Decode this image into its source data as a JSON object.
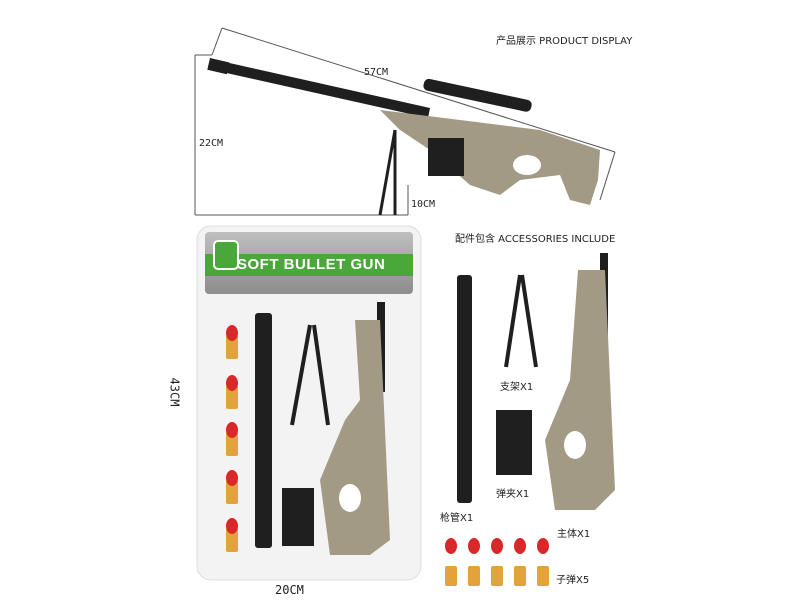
{
  "header": {
    "product_display": "产品展示 PRODUCT DISPLAY",
    "accessories_include": "配件包含 ACCESSORIES INCLUDE"
  },
  "dimensions": {
    "length": "57CM",
    "height": "22CM",
    "bipod_height": "10CM",
    "package_height": "43CM",
    "package_width": "20CM"
  },
  "package": {
    "title": "SOFT BULLET GUN"
  },
  "accessories": [
    {
      "label": "支架X1"
    },
    {
      "label": "弹夹X1"
    },
    {
      "label": "枪管X1"
    },
    {
      "label": "主体X1"
    },
    {
      "label": "子弹X5"
    }
  ],
  "colors": {
    "gun_black": "#1f1f1f",
    "gun_tan": "#a39a86",
    "banner_green": "#4aa83a",
    "bullet_red": "#d8282a",
    "bullet_brass": "#e2a43a"
  }
}
